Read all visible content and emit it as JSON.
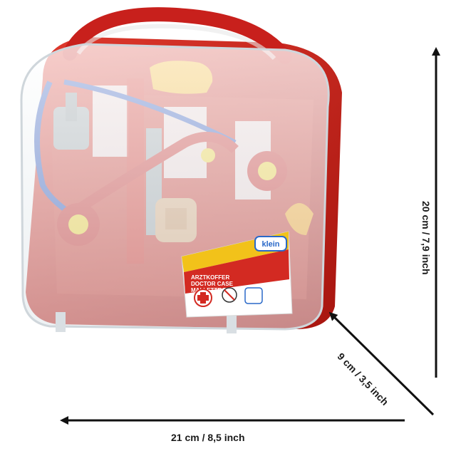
{
  "product": {
    "brand": "klein",
    "label_lines": [
      "ARZTKOFFER",
      "DOCTOR CASE",
      "MALLETTE DOCTEUR"
    ]
  },
  "dimensions": {
    "width_label": "21 cm / 8,5 inch",
    "height_label": "20 cm / 7,9 inch",
    "depth_label": "9 cm / 3,5 inch"
  },
  "colors": {
    "case_red": "#c8201c",
    "lid_clear": "#e9eef2",
    "handle_yellow": "#f6b21a",
    "stethoscope_blue": "#1f49b8",
    "arrow": "#111111"
  }
}
